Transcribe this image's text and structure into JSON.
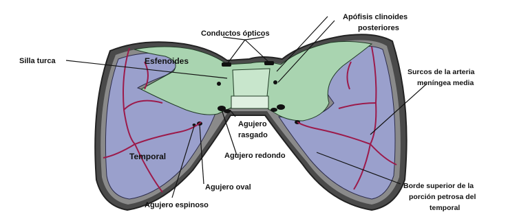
{
  "labels": {
    "conductos_opticos": "Conductos ópticos",
    "apofisis_line1": "Apófisis clinoides",
    "apofisis_line2": "posteriores",
    "silla_turca": "Silla turca",
    "esfenoides": "Esfenoides",
    "surcos_line1": "Surcos de la arteria",
    "surcos_line2": "meníngea media",
    "agujero_rasgado_line1": "Agujero",
    "agujero_rasgado_line2": "rasgado",
    "temporal": "Temporal",
    "agujero_redondo": "Agujero redondo",
    "agujero_oval": "Agujero oval",
    "agujero_espinoso": "Agujero espinoso",
    "borde_line1": "Borde superior de la",
    "borde_line2": "porción petrosa del",
    "borde_line3": "temporal"
  },
  "colors": {
    "bone_outline": "#3a3a3a",
    "sphenoid": "#a9d4b0",
    "temporal": "#9aa0cc",
    "arteries": "#9c1a4a",
    "foramen": "#111111"
  }
}
